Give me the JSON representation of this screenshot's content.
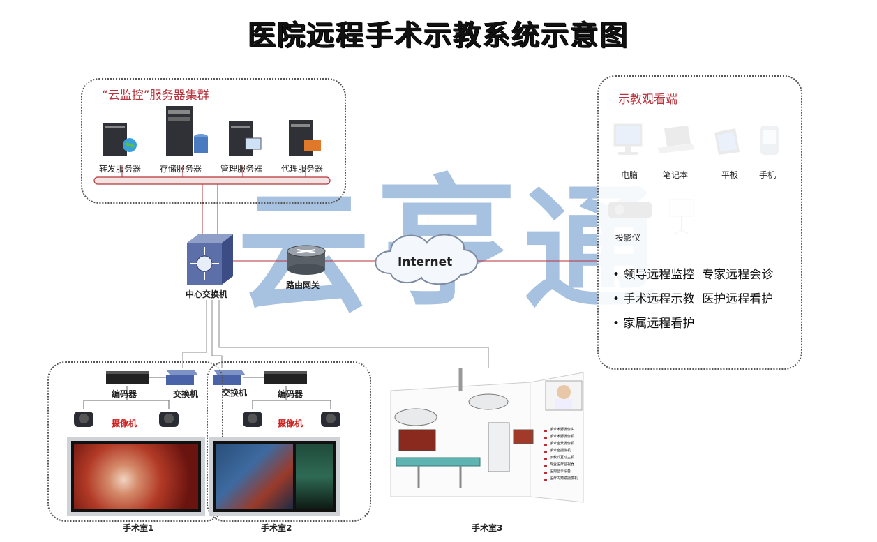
{
  "title": "医院远程手术示教系统示意图",
  "watermark": [
    "云",
    "亨",
    "通"
  ],
  "colors": {
    "accent_red": "#b8333b",
    "watermark": "#8aaed6"
  },
  "server_cluster": {
    "title": "“云监控”服务器集群",
    "servers": [
      "转发服务器",
      "存储服务器",
      "管理服务器",
      "代理服务器"
    ]
  },
  "viewers": {
    "title": "示教观看端",
    "devices": [
      "电脑",
      "笔记本",
      "平板",
      "手机",
      "投影仪"
    ],
    "bullets": [
      "领导远程监控  专家远程会诊",
      "手术远程示教  医护远程看护",
      "家属远程看护"
    ]
  },
  "network": {
    "core_switch": "中心交换机",
    "router": "路由网关",
    "internet": "Internet"
  },
  "rooms": [
    {
      "name": "手术室1",
      "encoder": "编码器",
      "switch": "交换机",
      "camera": "摄像机"
    },
    {
      "name": "手术室2",
      "encoder": "编码器",
      "switch": "交换机",
      "camera": "摄像机"
    },
    {
      "name": "手术室3"
    }
  ],
  "room3_legend": [
    "手术术野摄像头",
    "手术术野摄像机",
    "手术全景摄像机",
    "手术室摄像机",
    "示教式互动主机",
    "专业医疗监视器",
    "医用显示设备",
    "医疗内窥镜摄像机"
  ]
}
